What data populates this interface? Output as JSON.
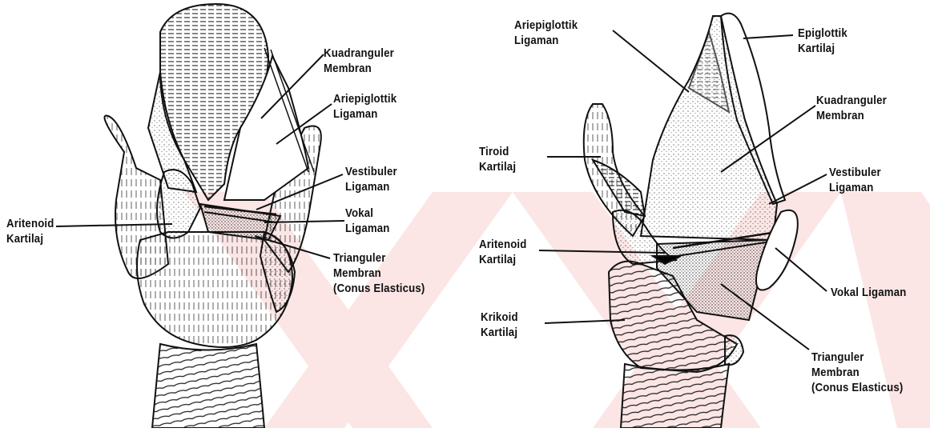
{
  "left_figure": {
    "labels": {
      "kuadranguler": [
        "Kuadranguler",
        "Membran"
      ],
      "ariepiglottik": [
        "Ariepiglottik",
        "Ligaman"
      ],
      "vestibuler": [
        "Vestibuler",
        "Ligaman"
      ],
      "vokal": [
        "Vokal",
        "Ligaman"
      ],
      "trianguler": [
        "Trianguler",
        "Membran",
        "(Conus Elasticus)"
      ],
      "aritenoid": [
        "Aritenoid",
        "Kartilaj"
      ]
    }
  },
  "right_figure": {
    "labels": {
      "ariepiglottik": [
        "Ariepiglottik",
        "Ligaman"
      ],
      "epiglottik": [
        "Epiglottik",
        "Kartilaj"
      ],
      "kuadranguler": [
        "Kuadranguler",
        "Membran"
      ],
      "tiroid": [
        "Tiroid",
        "Kartilaj"
      ],
      "vestibuler": [
        "Vestibuler",
        "Ligaman"
      ],
      "aritenoid": [
        "Aritenoid",
        "Kartilaj"
      ],
      "vokal": [
        "Vokal Ligaman"
      ],
      "krikoid": [
        "Krikoid",
        "Kartilaj"
      ],
      "trianguler": [
        "Trianguler",
        "Membran",
        "(Conus Elasticus)"
      ]
    }
  },
  "colors": {
    "watermark": "#f6c9c9",
    "ink": "#111111",
    "background": "#ffffff"
  }
}
